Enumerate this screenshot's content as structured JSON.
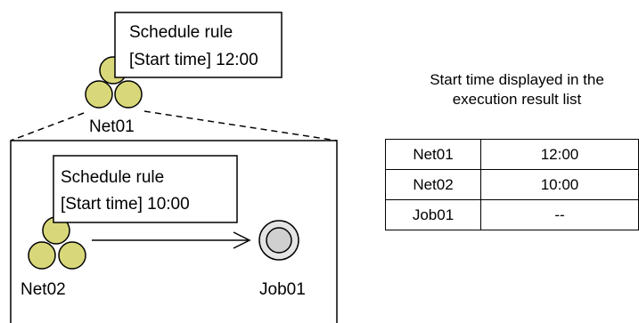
{
  "colors": {
    "net_node_fill": "#d8d87a",
    "job_outer_fill": "#e4e4e4",
    "job_inner_fill": "#d0d0d0"
  },
  "net01": {
    "name": "Net01",
    "rule_title": "Schedule rule",
    "rule_detail": "[Start time] 12:00"
  },
  "net02": {
    "name": "Net02",
    "rule_title": "Schedule rule",
    "rule_detail": "[Start time] 10:00"
  },
  "job01": {
    "name": "Job01"
  },
  "result": {
    "caption_line1": "Start time displayed in the",
    "caption_line2": "execution result list",
    "rows": [
      {
        "name": "Net01",
        "time": "12:00"
      },
      {
        "name": "Net02",
        "time": "10:00"
      },
      {
        "name": "Job01",
        "time": "--"
      }
    ]
  }
}
